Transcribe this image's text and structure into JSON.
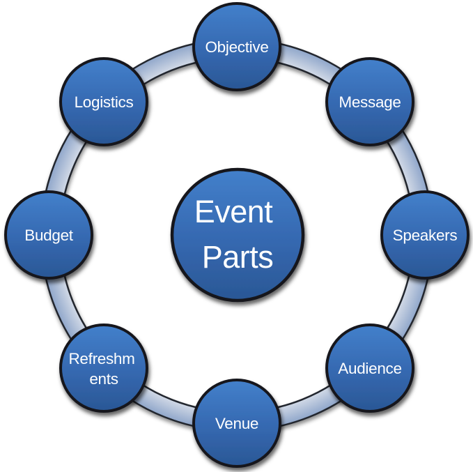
{
  "diagram": {
    "type": "cycle",
    "center": {
      "label": "Event Parts",
      "lines": [
        "Event",
        "Parts"
      ]
    },
    "nodes": [
      {
        "id": "objective",
        "label": "Objective",
        "lines": [
          "Objective"
        ]
      },
      {
        "id": "message",
        "label": "Message",
        "lines": [
          "Message"
        ]
      },
      {
        "id": "speakers",
        "label": "Speakers",
        "lines": [
          "Speakers"
        ]
      },
      {
        "id": "audience",
        "label": "Audience",
        "lines": [
          "Audience"
        ]
      },
      {
        "id": "venue",
        "label": "Venue",
        "lines": [
          "Venue"
        ]
      },
      {
        "id": "refreshments",
        "label": "Refreshments",
        "lines": [
          "Refreshm",
          "ents"
        ]
      },
      {
        "id": "budget",
        "label": "Budget",
        "lines": [
          "Budget"
        ]
      },
      {
        "id": "logistics",
        "label": "Logistics",
        "lines": [
          "Logistics"
        ]
      }
    ],
    "colors": {
      "node_fill_top": "#4380cb",
      "node_fill_bottom": "#2a5795",
      "node_border": "#15181d",
      "ring_fill_inner": "#d5dce8",
      "ring_fill_outer": "#8fa6ca",
      "ring_border": "#23272e",
      "label_text": "#ffffff",
      "background": "#ffffff"
    }
  }
}
